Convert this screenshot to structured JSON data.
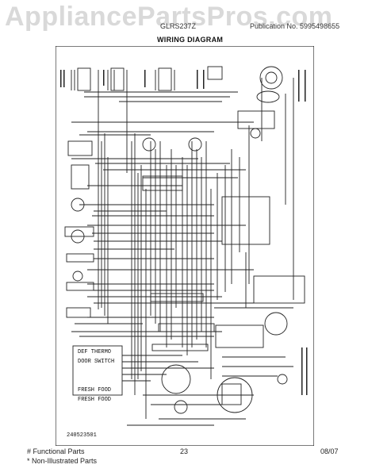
{
  "watermark": "AppliancePartsPros.com",
  "header": {
    "model": "GLRS237Z",
    "publication": "Publication No. 5995498655"
  },
  "title": "WIRING DIAGRAM",
  "diagram": {
    "code": "240523501",
    "legend_rows": [
      "DEF THERMO",
      "DOOR SWITCH",
      "FRESH FOOD",
      "FRESH FOOD"
    ]
  },
  "footer": {
    "functional_parts": "# Functional Parts",
    "non_illustrated": "* Non-Illustrated Parts",
    "page": "23",
    "date": "08/07"
  }
}
